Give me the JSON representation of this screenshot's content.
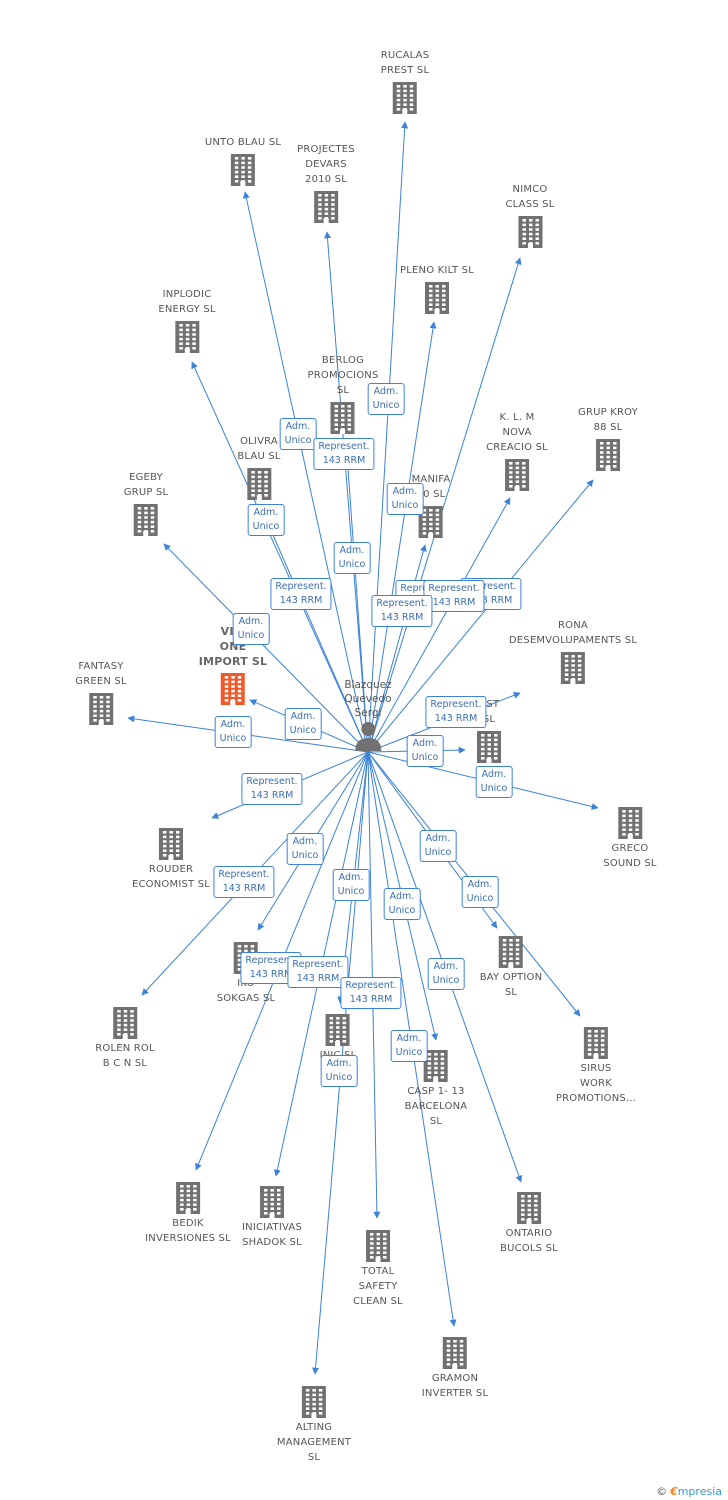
{
  "colors": {
    "edge": "#3b82d8",
    "building": "#717171",
    "focus": "#f05a28",
    "person": "#717171"
  },
  "center": {
    "label": "Blazquez\nQuevedo\nSergi",
    "icon": "person-icon"
  },
  "companies": [
    {
      "id": "rucalas",
      "label": "RUCALAS\nPREST SL"
    },
    {
      "id": "untoblau",
      "label": "UNTO BLAU SL"
    },
    {
      "id": "projectes",
      "label": "PROJECTES\nDEVARS\n2010 SL"
    },
    {
      "id": "nimco",
      "label": "NIMCO\nCLASS SL"
    },
    {
      "id": "plenokilt",
      "label": "PLENO KILT SL"
    },
    {
      "id": "inplodic",
      "label": "INPLODIC\nENERGY SL"
    },
    {
      "id": "berlog",
      "label": "BERLOG\nPROMOCIONS\nSL"
    },
    {
      "id": "klm",
      "label": "K. L. M\nNOVA\nCREACIO SL"
    },
    {
      "id": "grupkroy",
      "label": "GRUP KROY\n88 SL"
    },
    {
      "id": "olivra",
      "label": "OLIVRA\nBLAU SL"
    },
    {
      "id": "manifa",
      "label": "MANIFA\n50 SL"
    },
    {
      "id": "egeby",
      "label": "EGEBY\nGRUP SL"
    },
    {
      "id": "vla",
      "label": "VLA\nONE\nIMPORT SL",
      "focus": true
    },
    {
      "id": "rona",
      "label": "RONA\nDESEMVOLUPAMENTS SL"
    },
    {
      "id": "fantasy",
      "label": "FANTASY\nGREEN SL"
    },
    {
      "id": "ust",
      "label": "UST\nSL"
    },
    {
      "id": "greco",
      "label": "GRECO\nSOUND SL"
    },
    {
      "id": "rouder",
      "label": "ROUDER\nECONOMIST SL"
    },
    {
      "id": "bayoption",
      "label": "BAY OPTION\nSL"
    },
    {
      "id": "ikosokgas",
      "label": "IKO\nSOKGAS SL"
    },
    {
      "id": "rolenrol",
      "label": "ROLEN ROL\nB C N SL"
    },
    {
      "id": "sirus",
      "label": "SIRUS\nWORK\nPROMOTIONS..."
    },
    {
      "id": "inic",
      "label": "INIC SL"
    },
    {
      "id": "casp",
      "label": "CASP 1- 13\nBARCELONA\nSL"
    },
    {
      "id": "bedik",
      "label": "BEDIK\nINVERSIONES SL"
    },
    {
      "id": "shadok",
      "label": "INICIATIVAS\nSHADOK SL"
    },
    {
      "id": "ontario",
      "label": "ONTARIO\nBUCOLS SL"
    },
    {
      "id": "totalsafety",
      "label": "TOTAL\nSAFETY\nCLEAN SL"
    },
    {
      "id": "gramon",
      "label": "GRAMON\nINVERTER SL"
    },
    {
      "id": "alting",
      "label": "ALTING\nMANAGEMENT\nSL"
    }
  ],
  "edges": [
    {
      "to": "rucalas",
      "role": "Adm.\nUnico"
    },
    {
      "to": "untoblau",
      "role": "Adm.\nUnico"
    },
    {
      "to": "projectes",
      "role": "Adm.\nUnico"
    },
    {
      "to": "nimco",
      "role": "Represent.\n143 RRM"
    },
    {
      "to": "plenokilt",
      "role": "Represent.\n143 RRM"
    },
    {
      "to": "inplodic",
      "role": "Adm.\nUnico"
    },
    {
      "to": "berlog",
      "role": "Represent.\n143 RRM"
    },
    {
      "to": "klm",
      "role": "Represent.\n143 RRM"
    },
    {
      "to": "grupkroy",
      "role": "Represent.\n143 RRM"
    },
    {
      "to": "olivra",
      "role": "Represent.\n143 RRM"
    },
    {
      "to": "manifa",
      "role": "Adm.\nUnico"
    },
    {
      "to": "egeby",
      "role": "Adm.\nUnico"
    },
    {
      "to": "fantasy",
      "role": "Adm.\nUnico"
    },
    {
      "to": "vla",
      "role": "Adm.\nUnico"
    },
    {
      "to": "rona",
      "role": "Represent.\n143 RRM"
    },
    {
      "to": "ust",
      "role": "Adm.\nUnico"
    },
    {
      "to": "greco",
      "role": "Adm.\nUnico"
    },
    {
      "to": "rouder",
      "role": "Represent.\n143 RRM"
    },
    {
      "to": "bayoption",
      "role": "Adm.\nUnico"
    },
    {
      "to": "ikosokgas",
      "role": "Adm.\nUnico"
    },
    {
      "to": "rolenrol",
      "role": "Represent.\n143 RRM"
    },
    {
      "to": "sirus",
      "role": "Adm.\nUnico"
    },
    {
      "to": "inic",
      "role": "Adm.\nUnico"
    },
    {
      "to": "casp",
      "role": "Adm.\nUnico"
    },
    {
      "to": "bedik",
      "role": "Represent.\n143 RRM"
    },
    {
      "to": "shadok",
      "role": "Represent.\n143 RRM"
    },
    {
      "to": "ontario",
      "role": "Adm.\nUnico"
    },
    {
      "to": "totalsafety",
      "role": "Represent.\n143 RRM"
    },
    {
      "to": "gramon",
      "role": "Adm.\nUnico"
    },
    {
      "to": "alting",
      "role": "Adm.\nUnico"
    }
  ],
  "footer": {
    "copyright": "©",
    "brand_initial": "€",
    "brand_rest": "mpresia"
  }
}
